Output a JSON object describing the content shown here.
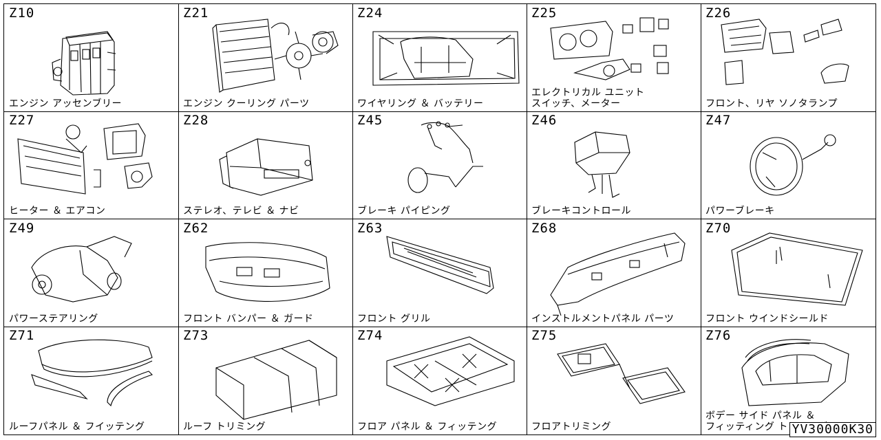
{
  "cells": [
    {
      "code": "Z10",
      "label": "エンジン アッセンブリー",
      "icon": "engine-assembly-icon"
    },
    {
      "code": "Z21",
      "label": "エンジン クーリング パーツ",
      "icon": "radiator-fan-icon"
    },
    {
      "code": "Z24",
      "label": "ワイヤリング ＆ バッテリー",
      "icon": "wiring-harness-icon"
    },
    {
      "code": "Z25",
      "label": "エレクトリカル ユニット\nスイッチ、メーター",
      "icon": "meter-switch-icon"
    },
    {
      "code": "Z26",
      "label": "フロント、リヤ ソノタランプ",
      "icon": "lamps-icon"
    },
    {
      "code": "Z27",
      "label": "ヒーター ＆ エアコン",
      "icon": "heater-aircon-icon"
    },
    {
      "code": "Z28",
      "label": "ステレオ、テレビ ＆ ナビ",
      "icon": "stereo-icon"
    },
    {
      "code": "Z45",
      "label": "ブレーキ パイピング",
      "icon": "brake-piping-icon"
    },
    {
      "code": "Z46",
      "label": "ブレーキコントロール",
      "icon": "brake-control-icon"
    },
    {
      "code": "Z47",
      "label": "パワーブレーキ",
      "icon": "brake-booster-icon"
    },
    {
      "code": "Z49",
      "label": "パワーステアリング",
      "icon": "power-steering-icon"
    },
    {
      "code": "Z62",
      "label": "フロント バンパー ＆ ガード",
      "icon": "front-bumper-icon"
    },
    {
      "code": "Z63",
      "label": "フロント グリル",
      "icon": "front-grille-icon"
    },
    {
      "code": "Z68",
      "label": "インストルメントパネル パーツ",
      "icon": "instrument-panel-icon"
    },
    {
      "code": "Z70",
      "label": "フロント ウインドシールド",
      "icon": "windshield-icon"
    },
    {
      "code": "Z71",
      "label": "ルーフパネル ＆ フイッテング",
      "icon": "roof-panel-icon"
    },
    {
      "code": "Z73",
      "label": "ルーフ トリミング",
      "icon": "roof-trim-icon"
    },
    {
      "code": "Z74",
      "label": "フロア パネル ＆ フィッテング",
      "icon": "floor-panel-icon"
    },
    {
      "code": "Z75",
      "label": "フロアトリミング",
      "icon": "floor-mat-icon"
    },
    {
      "code": "Z76",
      "label": "ボデー サイド パネル ＆\nフィッティング トリミング",
      "icon": "body-side-panel-icon"
    }
  ],
  "catalog_code": "YV30000K30"
}
